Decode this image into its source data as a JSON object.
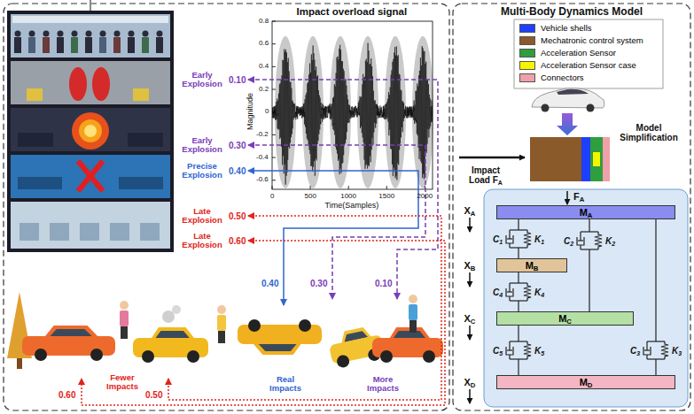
{
  "diagram": {
    "nodes": [
      {
        "text": [
          "MA"
        ]
      },
      {
        "text": [
          "MB"
        ]
      },
      {
        "text": [
          "MC"
        ]
      },
      {
        "text": [
          "MD"
        ]
      }
    ],
    "edges": [
      {
        "from": 0,
        "to": 1,
        "arrow": "none"
      },
      {
        "from": 0,
        "to": 2,
        "arrow": "none"
      },
      {
        "from": 0,
        "to": 3,
        "arrow": "none"
      },
      {
        "from": 1,
        "to": 2,
        "arrow": "none"
      },
      {
        "from": 2,
        "to": 3,
        "arrow": "none"
      }
    ],
    "labels": [
      "Impact overload signal",
      "Magnitude",
      "0.8",
      "0.6",
      "0.4",
      "0.2",
      "0",
      "-0.2",
      "-0.4",
      "-0.6",
      "0",
      "500",
      "1000",
      "1500",
      "2000",
      "Time(Samples)",
      "Early Explosion",
      "0.10",
      "Early Explosion",
      "0.30",
      "Precise Explosion",
      "0.40",
      "Late Explosion",
      "0.50",
      "Late Explosion",
      "0.60",
      "0.40",
      "0.30",
      "0.10",
      "Fewer Impacts",
      "Real Impacts",
      "More Impacts",
      "0.60",
      "0.50",
      "Multi-Body Dynamics Model",
      "Model Simplification",
      "Impact Load FA",
      "FA",
      "XA",
      "XB",
      "XC",
      "XD",
      "C1",
      "K1",
      "C2",
      "K2",
      "C3",
      "K3",
      "C4",
      "K4",
      "C5",
      "K5"
    ],
    "legend": [
      {
        "text": "Vehicle shells",
        "color": "#1f3fff"
      },
      {
        "text": "Mechatronic control system",
        "color": "#8b5a2b"
      },
      {
        "text": "Acceleration Sensor",
        "color": "#2e9e3e"
      },
      {
        "text": "Acceleration Sensor case",
        "color": "#f5f500"
      },
      {
        "text": "Connectors",
        "color": "#f0a0a8"
      }
    ]
  }
}
